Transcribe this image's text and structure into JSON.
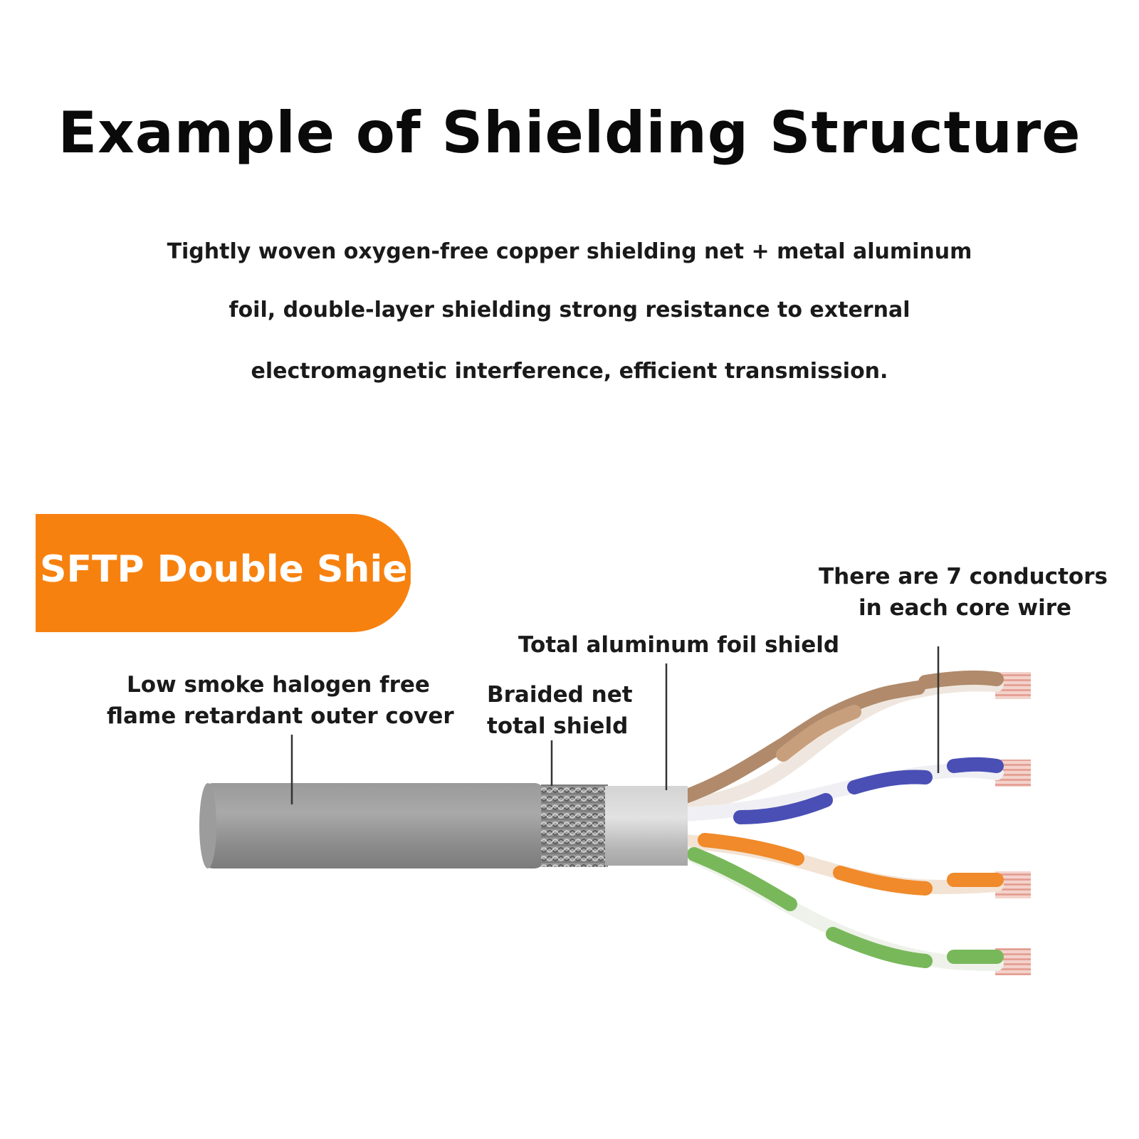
{
  "title": "Example of Shielding Structure",
  "description": {
    "line1": "Tightly woven oxygen-free copper shielding net + metal aluminum",
    "line2": "foil, double-layer shielding strong resistance to external",
    "line3": "electromagnetic interference, efficient transmission."
  },
  "badge": {
    "label": "SFTP Double Shield",
    "color": "#f7810f"
  },
  "callouts": {
    "outer_cover": {
      "line1": "Low smoke halogen free",
      "line2": "flame retardant outer cover"
    },
    "braided_net": {
      "line1": "Braided net",
      "line2": "total shield"
    },
    "foil_shield": {
      "line1": "Total aluminum foil shield"
    },
    "conductors": {
      "line1": "There are 7 conductors",
      "line2": "in each core wire"
    }
  },
  "colors": {
    "jacket": "#8e8e8e",
    "foil": "#c4c4c4",
    "pair_brown": "#b08a6a",
    "pair_blue": "#4a4fb5",
    "pair_orange": "#f08a2a",
    "pair_green": "#78b85a",
    "copper": "#e8a59a"
  }
}
